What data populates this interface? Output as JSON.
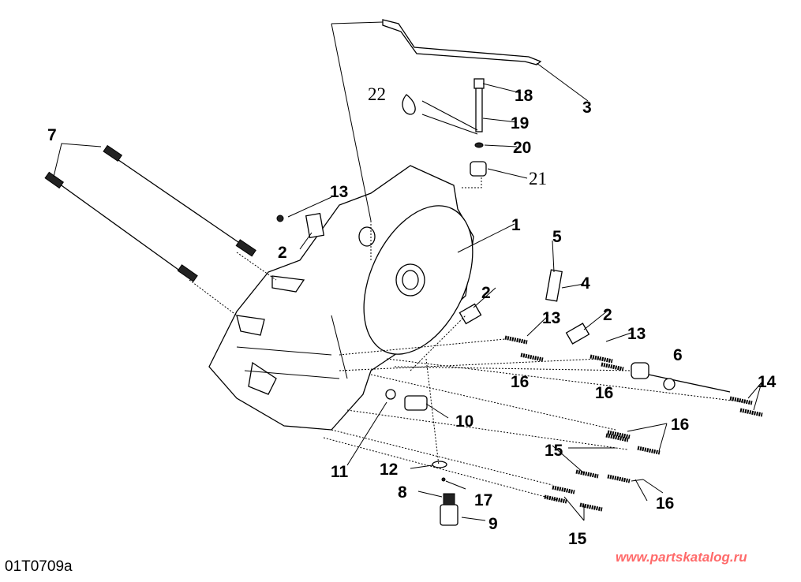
{
  "figure_id": "01T0709a",
  "watermark": "www.partskatalog.ru",
  "callouts": [
    "7",
    "13",
    "2",
    "22",
    "18",
    "19",
    "20",
    "21",
    "3",
    "1",
    "5",
    "4",
    "2",
    "13",
    "2",
    "13",
    "16",
    "6",
    "16",
    "14",
    "10",
    "16",
    "15",
    "11",
    "12",
    "17",
    "8",
    "16",
    "9",
    "15"
  ],
  "colors": {
    "watermark": "#ff6a6a",
    "lines": "#000000"
  }
}
